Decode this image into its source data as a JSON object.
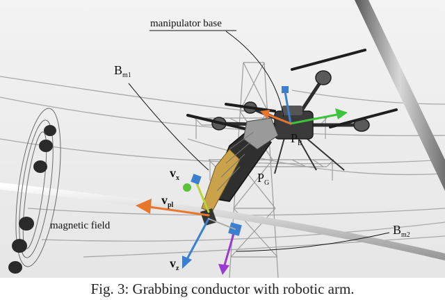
{
  "labels": {
    "manipulator_base": "manipulator base",
    "b_m1_main": "B",
    "b_m1_sub": "m1",
    "p_b_main": "P",
    "p_b_sub": "B",
    "p_g_main": "P",
    "p_g_sub": "G",
    "v_x_main": "v",
    "v_x_sub": "x",
    "v_pl_main": "v",
    "v_pl_sub": "pl",
    "v_z_main": "v",
    "v_z_sub": "z",
    "magnetic_field": "magnetic field",
    "b_m2_main": "B",
    "b_m2_sub": "m2"
  },
  "caption": "Fig. 3: Grabbing conductor with robotic arm.",
  "colors": {
    "orange_arrow": "#e8772e",
    "green_arrow": "#3cc43c",
    "blue_arrow": "#3a7fd0",
    "purple_arrow": "#9a3ad0",
    "lime_arrow": "#b8d23a"
  }
}
